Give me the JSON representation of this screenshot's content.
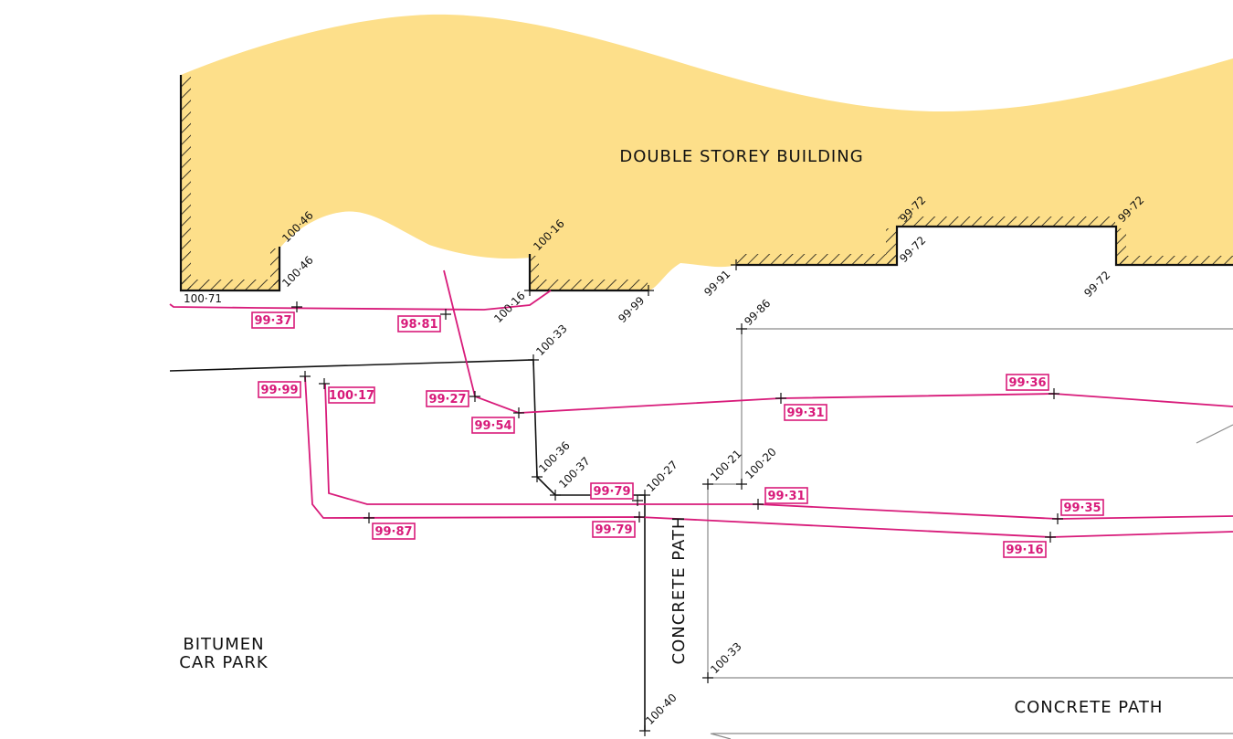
{
  "colors": {
    "building_fill": "#fddf8a",
    "line": "#111111",
    "kerb": "#d81b7a",
    "grey": "#8a8a8a"
  },
  "labels": {
    "building": "DOUBLE STOREY BUILDING",
    "car_park_1": "BITUMEN",
    "car_park_2": "CAR PARK",
    "path_vertical": "CONCRETE PATH",
    "path_horizontal": "CONCRETE PATH"
  },
  "spot_levels": {
    "b1": "100·71",
    "b2": "100·46",
    "b3": "100·46",
    "b4": "100·16",
    "b5": "100·16",
    "b6": "99·99",
    "b7": "99·91",
    "b8": "99·72",
    "b9": "99·72",
    "b10": "99·72",
    "b11": "99·72",
    "b12": "99·86",
    "b13": "100·33",
    "b14": "100·36",
    "b15": "100·37",
    "b16": "100·27",
    "b17": "100·21",
    "b18": "100·20",
    "b19": "100·33",
    "b20": "100·40"
  },
  "kerb_levels": {
    "k1": "99·37",
    "k2": "98·81",
    "k3": "99·99",
    "k4": "100·17",
    "k5": "99·27",
    "k6": "99·54",
    "k7": "99·31",
    "k8": "99·36",
    "k9": "99·79",
    "k10": "99·79",
    "k11": "99·87",
    "k12": "99·31",
    "k13": "99·35",
    "k14": "99·16"
  }
}
